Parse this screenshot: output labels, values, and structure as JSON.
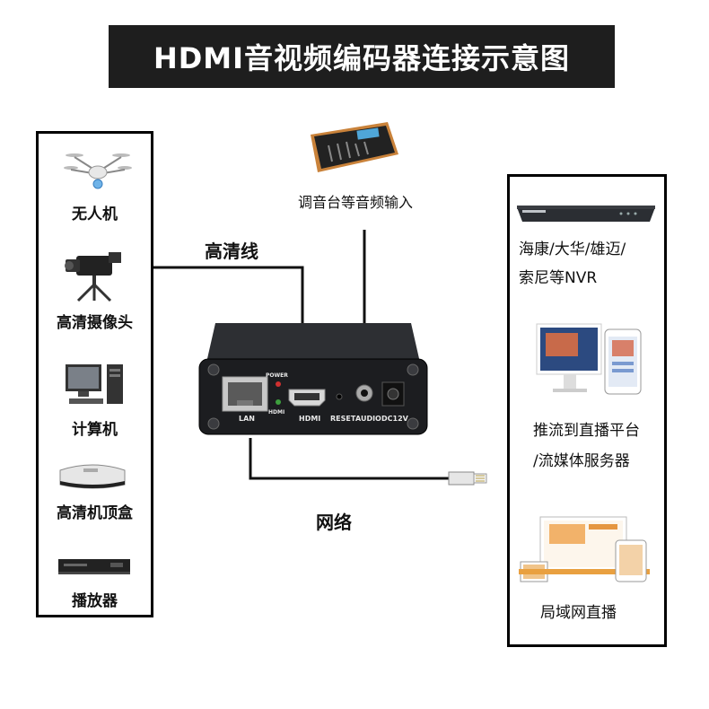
{
  "title": "HDMI音视频编码器连接示意图",
  "left_devices": [
    {
      "label": "无人机",
      "icon": "drone-icon"
    },
    {
      "label": "高清摄像头",
      "icon": "camcorder-icon"
    },
    {
      "label": "计算机",
      "icon": "computer-icon"
    },
    {
      "label": "高清机顶盒",
      "icon": "set-top-box-icon"
    },
    {
      "label": "播放器",
      "icon": "player-icon"
    }
  ],
  "right_destinations": [
    {
      "lines": [
        "海康/大华/雄迈/",
        "索尼等NVR"
      ],
      "icon": "nvr-icon"
    },
    {
      "lines": [
        "推流到直播平台",
        "/流媒体服务器"
      ],
      "icon": "streaming-screens-icon"
    },
    {
      "lines": [
        "局域网直播"
      ],
      "icon": "lan-devices-icon"
    }
  ],
  "mixer_label": "调音台等音频输入",
  "hdmi_cable_label": "高清线",
  "network_label": "网络",
  "encoder": {
    "ports": {
      "lan": "LAN",
      "power": "POWER",
      "hdmi_led": "HDMI",
      "hdmi": "HDMI",
      "reset": "RESET",
      "audio": "AUDIO",
      "dc": "DC12V"
    }
  }
}
